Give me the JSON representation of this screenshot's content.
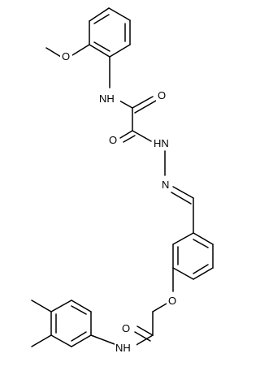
{
  "molecule": {
    "atoms": {
      "methoxy_o": "O",
      "anilide_nh": "NH",
      "carbonyl_o_upper": "O",
      "carbonyl_o_lower": "O",
      "hydrazine_nh": "HN",
      "imine_n": "N",
      "ether_o": "O",
      "amide_o": "O",
      "amide_nh": "NH"
    }
  }
}
